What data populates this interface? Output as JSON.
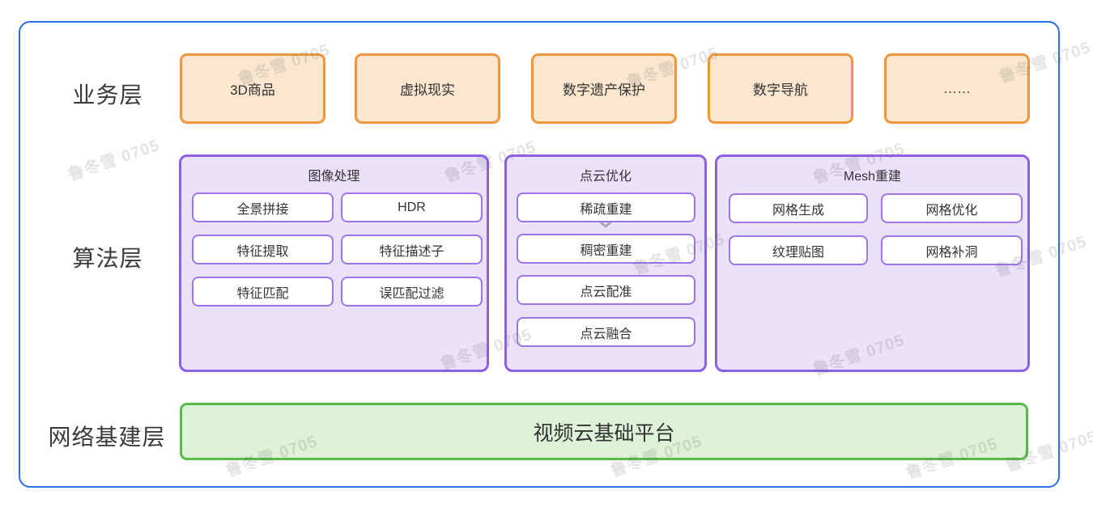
{
  "watermark": {
    "text": "鲁冬雪 0705"
  },
  "colors": {
    "frame_blue": "#2e6be6",
    "business_border": "#f0953c",
    "business_fill": "#fbe7cf",
    "algorithm_border": "#8d5ee7",
    "algorithm_fill": "#eae1fb",
    "algorithm_item_border": "#9d74ea",
    "infrastructure_border": "#5ab84b",
    "infrastructure_fill": "#ddf2d6",
    "text": "#333333"
  },
  "layers": {
    "business": {
      "label": "业务层",
      "boxes": [
        "3D商品",
        "虚拟现实",
        "数字遗产保护",
        "数字导航",
        "……"
      ]
    },
    "algorithm": {
      "label": "算法层",
      "groups": [
        {
          "title": "图像处理",
          "items": [
            "全景拼接",
            "HDR",
            "特征提取",
            "特征描述子",
            "特征匹配",
            "误匹配过滤"
          ]
        },
        {
          "title": "点云优化",
          "items": [
            "稀疏重建",
            "稠密重建",
            "点云配准",
            "点云融合"
          ]
        },
        {
          "title": "Mesh重建",
          "items": [
            "网格生成",
            "网格优化",
            "纹理贴图",
            "网格补洞"
          ]
        }
      ]
    },
    "infrastructure": {
      "label": "网络基建层",
      "platform": "视频云基础平台"
    }
  }
}
